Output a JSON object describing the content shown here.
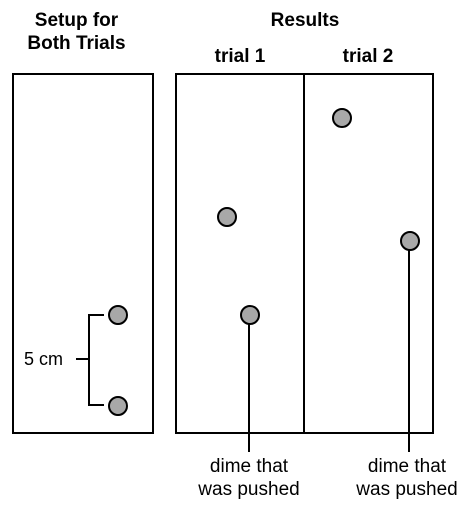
{
  "setup": {
    "title_line1": "Setup for",
    "title_line2": "Both Trials",
    "distance_label": "5 cm"
  },
  "results": {
    "title": "Results",
    "trial1_label": "trial 1",
    "trial2_label": "trial 2"
  },
  "captions": {
    "trial1_line1": "dime that",
    "trial1_line2": "was pushed",
    "trial2_line1": "dime that",
    "trial2_line2": "was pushed"
  },
  "colors": {
    "dime_fill": "#a8a8a8",
    "outline": "#000000"
  }
}
